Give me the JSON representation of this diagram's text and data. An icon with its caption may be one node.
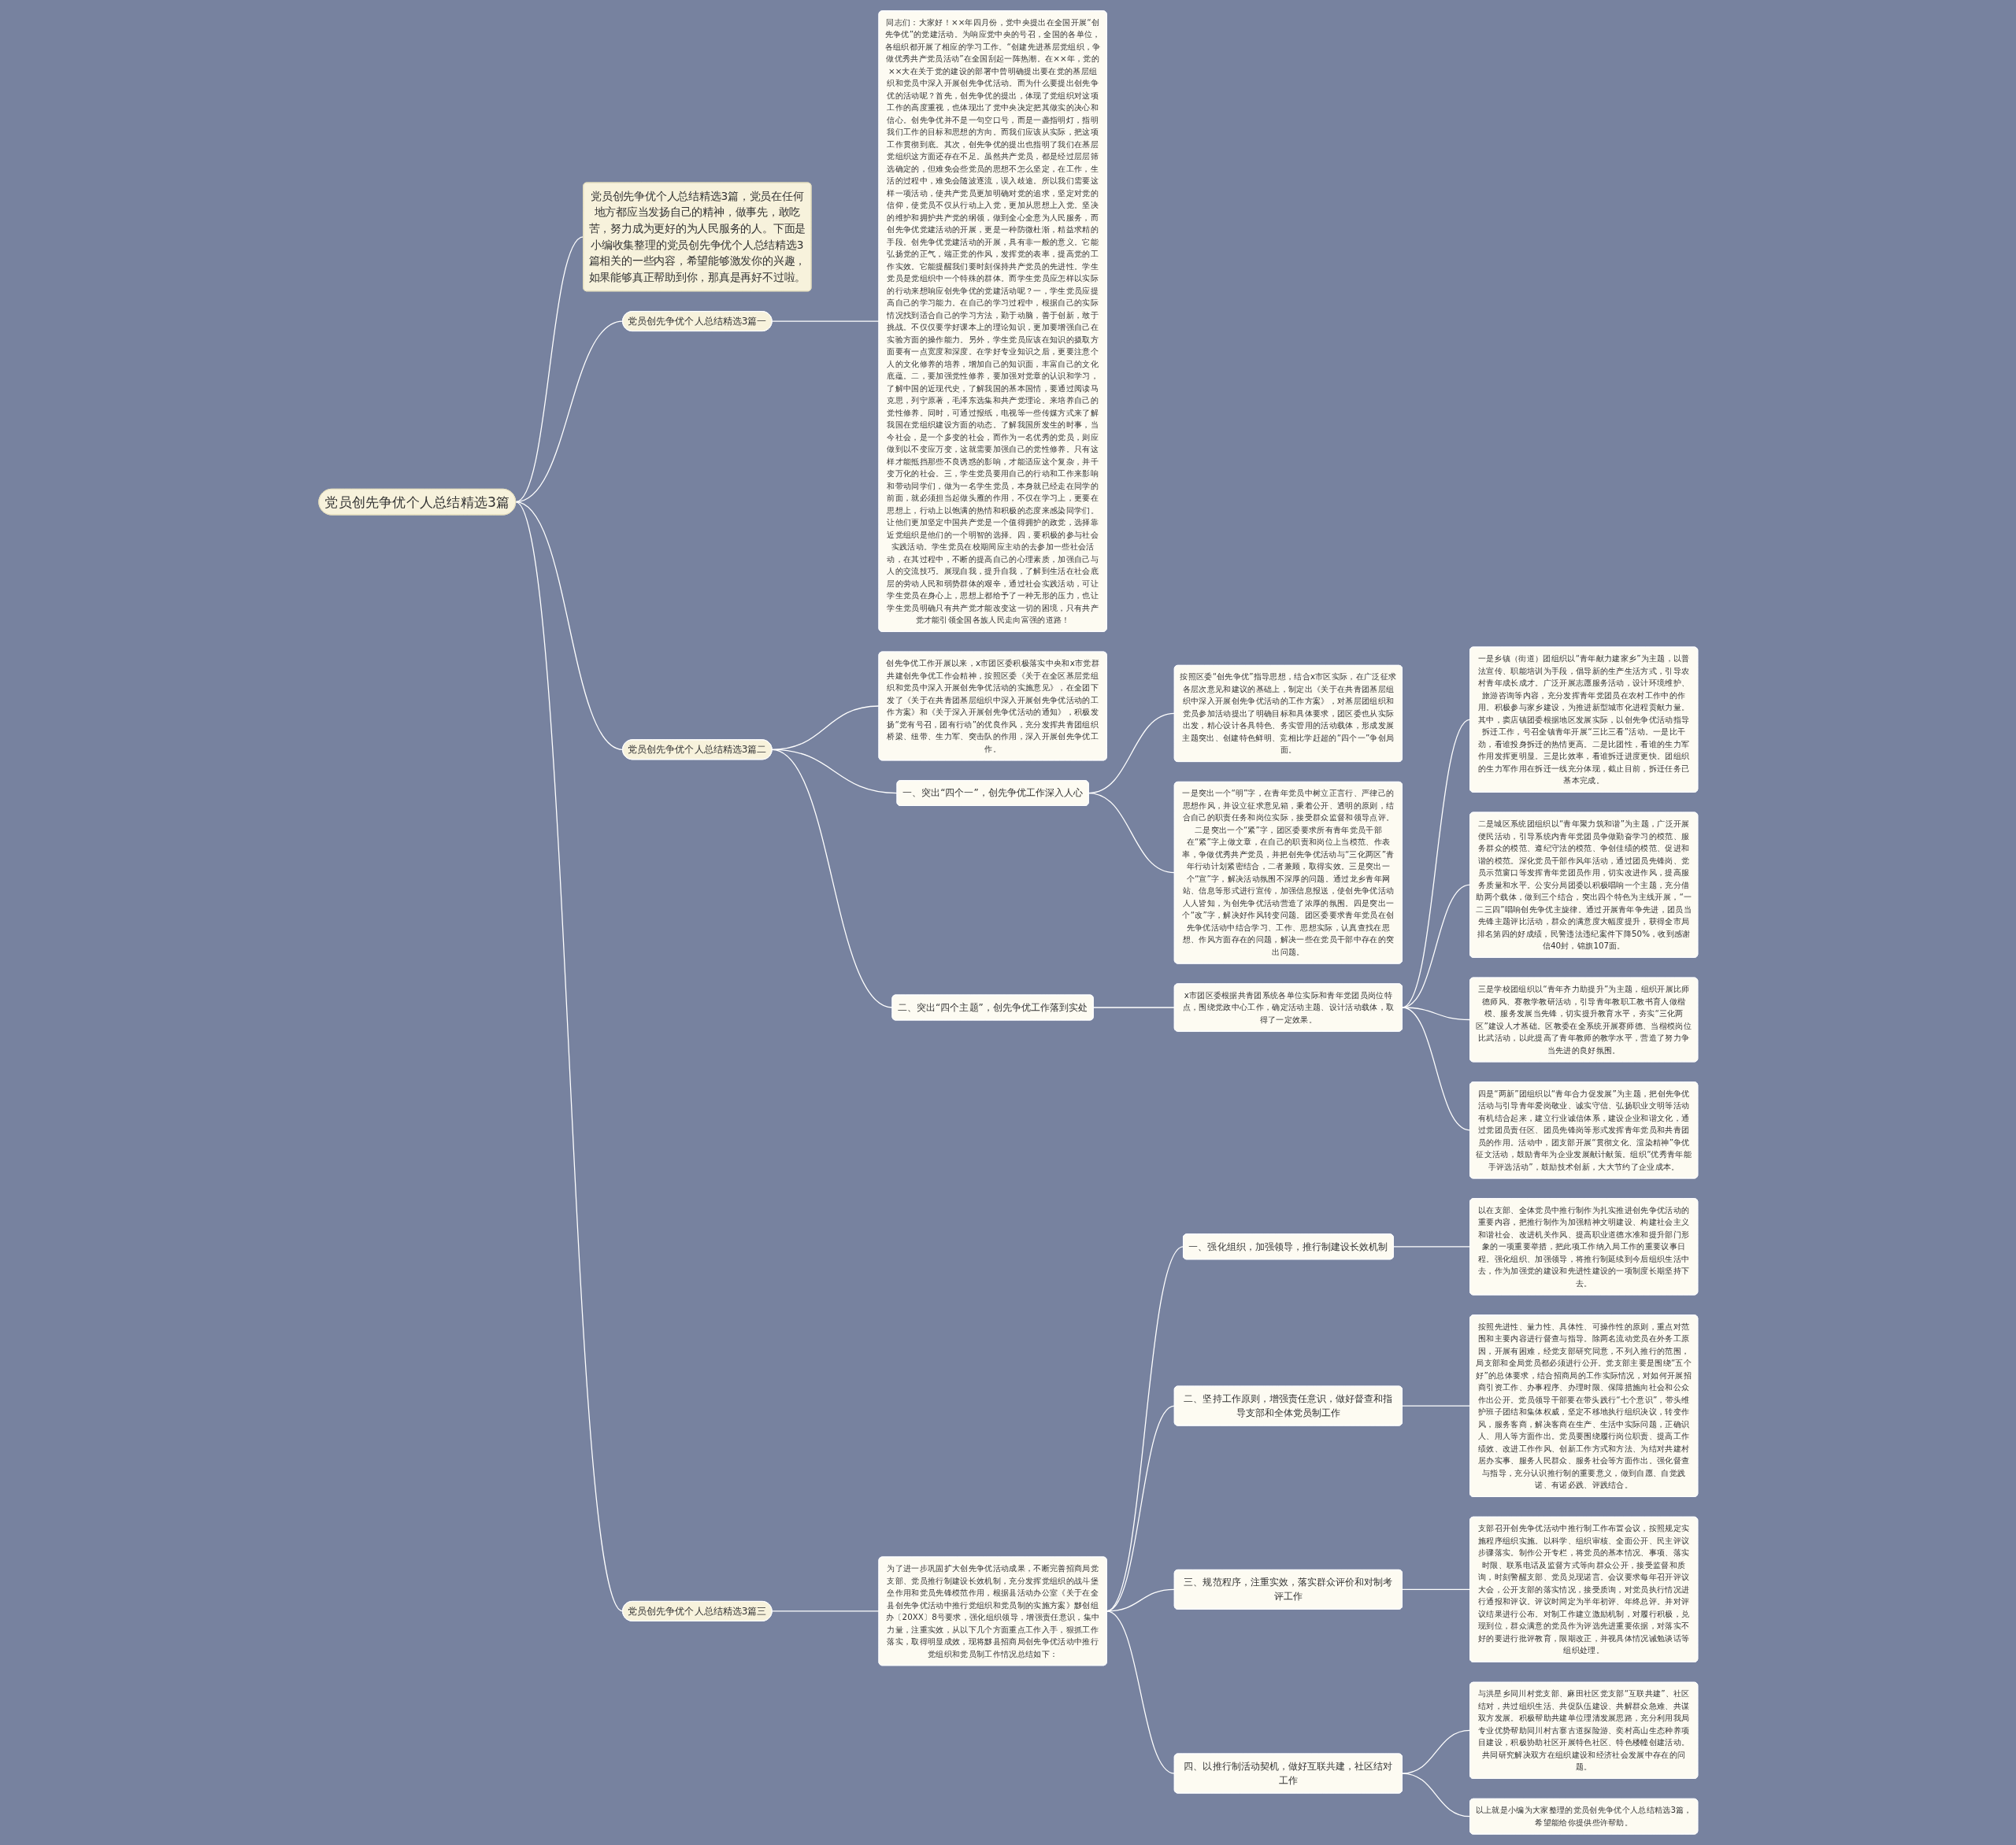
{
  "diagram": {
    "nodes": [
      {
        "text": [
          "党员创先争优个人总结精选3篇"
        ]
      },
      {
        "text": [
          "党员创先争优个人总结精选3篇，党员在任何地方都应当发扬自己的精神，做事先，敢吃苦，努力成为更好的为人民服务的人。下面是小编收集整理的党员创先争优个人总结精选3篇相关的一些内容，希望能够激发你的兴趣，如果能够真正帮助到你，那真是再好不过啦。"
        ]
      },
      {
        "text": [
          "党员创先争优个人总结精选3篇一"
        ]
      },
      {
        "text": [
          "同志们：大家好！××年四月份，党中央提出在全国开展“创先争优”的党建活动。为响应党中央的号召，全国的各单位，各组织都开展了相应的学习工作。“创建先进基层党组织，争做优秀共产党员活动”在全国刮起一阵热潮。在××年，党的××大在关于党的建设的部署中曾明确提出要在党的基层组织和党员中深入开展创先争优活动。而为什么要提出创先争优的活动呢？首先，创先争优的提出，体现了党组织对这项工作的高度重视，也体现出了党中央决定把其做实的决心和信心。创先争优并不是一句空口号，而是一盏指明灯，指明我们工作的目标和思想的方向。而我们应该从实际，把这项工作贯彻到底。其次，创先争优的提出也指明了我们在基层党组织这方面还存在不足。虽然共产党员，都是经过层层筛选确定的，但难免会些党员的思想不怎么坚定，在工作，生活的过程中，难免会随波逐流，误入歧途。所以我们需要这样一项活动，使共产党员更加明确对党的追求，坚定对党的信仰，使党员不仅从行动上入党，更加从思想上入党。坚决的维护和拥护共产党的纲领，做到全心全意为人民服务，而创先争优党建活动的开展，更是一种防微杜渐，精益求精的手段。创先争优党建活动的开展，具有非一般的意义。它能弘扬党的正气，端正党的作风，发挥党的表率，提高党的工作实效。它能提醒我们要时刻保持共产党员的先进性。学生党员是党组织中一个特殊的群体。而学生党员应怎样以实际的行动来想响应创先争优的党建活动呢？一，学生党员应提高自己的学习能力。在自己的学习过程中，根据自己的实际情况找到适合自己的学习方法，勤于动脑，善于创新，敢于挑战。不仅仅要学好课本上的理论知识，更加要增强自己在实验方面的操作能力。另外，学生党员应该在知识的摄取方面要有一点宽度和深度。在学好专业知识之后，更要注意个人的文化修养的培养，增加自己的知识面，丰富自己的文化底蕴。二，要加强党性修养，要加强对党章的认识和学习，了解中国的近现代史，了解我国的基本国情，要通过阅读马克思，列宁原著，毛泽东选集和共产党理论。来培养自己的党性修养。同时，可通过报纸，电视等一些传媒方式来了解我国在党组织建设方面的动态。了解我国所发生的时事，当今社会，是一个多变的社会，而作为一名优秀的党员，则应做到以不变应万变，这就需要加强自己的党性修养。只有这样才能抵挡那些不良诱惑的影响，才能适应这个复杂，并千变万化的社会。三，学生党员要用自己的行动和工作来影响和带动同学们，做为一名学生党员，本身就已经走在同学的前面，就必须担当起做头雁的作用，不仅在学习上，更要在思想上，行动上以饱满的热情和积极的态度来感染同学们。让他们更加坚定中国共产党是一个值得拥护的政党，选择靠近党组织是他们的一个明智的选择。四，要积极的参与社会实践活动。学生党员在校期间应主动的去参加一些社会活动，在其过程中，不断的提高自己的心理素质，加强自己与人的交流技巧。展现自我，提升自我，了解到生活在社会底层的劳动人民和弱势群体的艰辛，通过社会实践活动，可让学生党员在身心上，思想上都给予了一种无形的压力，也让学生党员明确只有共产党才能改变这一切的困境，只有共产党才能引领全国各族人民走向富强的道路！"
        ]
      },
      {
        "text": [
          "党员创先争优个人总结精选3篇二"
        ]
      },
      {
        "text": [
          "创先争优工作开展以来，x市团区委积极落实中央和x市党群共建创先争优工作会精神，按照区委《关于在全区基层党组织和党员中深入开展创先争优活动的实施意见》，在全团下发了《关于在共青团基层组织中深入开展创先争优活动的工作方案》和《关于深入开展创先争优活动的通知》，积极发扬“党有号召，团有行动”的优良作风，充分发挥共青团组织桥梁、纽带、生力军、突击队的作用，深入开展创先争优工作。"
        ]
      },
      {
        "text": [
          "一、突出“四个一”，创先争优工作深入人心"
        ]
      },
      {
        "text": [
          "按照区委“创先争优”指导思想，结合x市区实际，在广泛征求各层次意见和建议的基础上，制定出《关于在共青团基层组织中深入开展创先争优活动的工作方案》，对基层团组织和党员参加活动提出了明确目标和具体要求，团区委也从实际出发，精心设计各具特色、务实管用的活动载体，形成发展主题突出、创建特色鲜明、竞相比学赶超的“四个一”争创局面。"
        ]
      },
      {
        "text": [
          "一是突出一个“明”字，在青年党员中树立正言行、严律己的思想作风，并设立征求意见箱，秉着公开、透明的原则，结合自己的职责任务和岗位实际，接受群众监督和领导点评。二是突出一个“紧”字，团区委要求所有青年党员干部在“紧”字上做文章，在自己的职责和岗位上当模范、作表率，争做优秀共产党员，并把创先争优活动与“三化两区”青年行动计划紧密结合，二者兼顾，取得实效。三是突出一个“宣”字，解决活动氛围不深厚的问题。通过龙乡青年网站、信息等形式进行宣传，加强信息报送，使创先争优活动人人皆知，为创先争优活动营造了浓厚的氛围。四是突出一个“改”字，解决好作风转变问题。团区委要求青年党员在创先争优活动中结合学习、工作、思想实际，认真查找在思想、作风方面存在的问题，解决一些在党员干部中存在的突出问题。"
        ]
      },
      {
        "text": [
          "二、突出“四个主题”，创先争优工作落到实处"
        ]
      },
      {
        "text": [
          "x市团区委根据共青团系统各单位实际和青年党团员岗位特点，围绕党政中心工作，确定活动主题、设计活动载体，取得了一定效果。"
        ]
      },
      {
        "text": [
          "一是乡镇（街道）团组织以“青年献力建家乡”为主题，以普法宣传、职能培训为手段，倡导新的生产生活方式，引导农村青年成长成才。广泛开展志愿服务活动，设计环境维护、旅游咨询等内容，充分发挥青年党团员在农村工作中的作用。积极参与家乡建设，为推进新型城市化进程贡献力量。其中，窦店镇团委根据地区发展实际，以创先争优活动指导拆迁工作，号召全镇青年开展“三比三看”活动。一是比干劲，看谁投身拆迁的热情更高。二是比团性，看谁的生力军作用发挥更明显。三是比效率，看谁拆迁进度更快。团组织的生力军作用在拆迁一线充分体现，截止目前，拆迁任务已基本完成。"
        ]
      },
      {
        "text": [
          "二是城区系统团组织以“青年聚力筑和谐”为主题，广泛开展便民活动，引导系统内青年党团员争做勤奋学习的模范、服务群众的模范、遵纪守法的模范、争创佳绩的模范、促进和谐的模范。深化党员干部作风年活动，通过团员先锋岗、党员示范窗口等发挥青年党团员作用，切实改进作风，提高服务质量和水平。公安分局团委以积极唱响一个主题，充分借助两个载体，做到三个结合，突出四个特色为主线开展，“一二三四”唱响创先争优主旋律。通过开展青年争先进，团员当先锋主题评比活动，群众的满意度大幅度提升，获得全市局排名第四的好成绩，民警违法违纪案件下降50%，收到感谢信40封，锦旗107面。"
        ]
      },
      {
        "text": [
          "三是学校团组织以“青年齐力助提升”为主题，组织开展比师德师风、赛教学教研活动，引导青年教职工教书育人做楷模、服务发展当先锋，切实提升教育水平，夯实“三化两区”建设人才基础。区教委在全系统开展赛师德、当楷模岗位比武活动，以此提高了青年教师的教学水平，营造了努力争当先进的良好氛围。"
        ]
      },
      {
        "text": [
          "四是“两新”团组织以“青年合力促发展”为主题，把创先争优活动与引导青年爱岗敬业、诚实守信、弘扬职业文明等活动有机结合起来，建立行业诚信体系，建设企业和谐文化，通过党团员责任区、团员先锋岗等形式发挥青年党员和共青团员的作用。活动中，团支部开展“贯彻文化、渲染精神”争优征文活动，鼓励青年为企业发展献计献策。组织“优秀青年能手评选活动”，鼓励技术创新，大大节约了企业成本。"
        ]
      },
      {
        "text": [
          "党员创先争优个人总结精选3篇三"
        ]
      },
      {
        "text": [
          "为了进一步巩固扩大创先争优活动成果，不断完善招商局党支部、党员推行制建设长效机制，充分发挥党组织的战斗堡垒作用和党员先锋模范作用，根据县活动办公室《关于在全县创先争优活动中推行党组织和党员制的实施方案》黟创组办〔20XX〕8号要求，强化组织领导，增强责任意识，集中力量，注重实效，从以下几个方面重点工作入手，狠抓工作落实，取得明显成效，现将黟县招商局创先争优活动中推行党组织和党员制工作情况总结如下："
        ]
      },
      {
        "text": [
          "一、强化组织，加强领导，推行制建设长效机制"
        ]
      },
      {
        "text": [
          "以在支部、全体党员中推行制作为扎实推进创先争优活动的重要内容，把推行制作为加强精神文明建设、构建社会主义和谐社会、改进机关作风、提高职业道德水准和提升部门形象的一项重要举措，把此项工作纳入局工作的重要议事日程。强化组织、加强领导，将推行制延续到今后组织生活中去，作为加强党的建设和先进性建设的一项制度长期坚持下去。"
        ]
      },
      {
        "text": [
          "二、坚持工作原则，增强责任意识，做好督查和指导支部和全体党员制工作"
        ]
      },
      {
        "text": [
          "按照先进性、量力性、具体性、可操作性的原则，重点对范围和主要内容进行督查与指导。除两名流动党员在外务工原因，开展有困难，经党支部研究同意，不列入推行的范围，局支部和全局党员都必须进行公开。党支部主要是围绕“五个好”的总体要求，结合招商局的工作实际情况，对如何开展招商引资工作、办事程序、办理时限、保障措施向社会和公众作出公开。党员领导干部要在带头践行“七个意识”，带头维护班子团结和集体权威，坚定不移地执行组织决议，转变作风，服务客商，解决客商在生产、生活中实际问题，正确识人、用人等方面作出。党员要围绕履行岗位职责、提高工作绩效、改进工作作风、创新工作方式和方法、为结对共建村居办实事、服务人民群众、服务社会等方面作出。强化督查与指导，充分认识推行制的重要意义，做到自愿、自觉践诺、有诺必践、评践结合。"
        ]
      },
      {
        "text": [
          "三、规范程序，注重实效，落实群众评价和对制考评工作"
        ]
      },
      {
        "text": [
          "支部召开创先争优活动中推行制工作布置会议，按照规定实施程序组织实施。以科学、组织审核、全面公开、民主评议步骤落实。制作公开专栏，将党员的基本情况、事项、落实时限、联系电话及监督方式等向群众公开，接受监督和质询，时刻警醒支部、党员兑现诺言。会议要求每年召开评议大会，公开支部的落实情况，接受质询，对党员执行情况进行通报和评议。评议时间定为半年初评、年终总评。并对评议结果进行公布。对制工作建立激励机制，对履行积极，兑现到位，群众满意的党员作为评选先进重要依据，对落实不好的要进行批评教育，限期改正，并视具体情况诫勉谈话等组织处理。"
        ]
      },
      {
        "text": [
          "四、以推行制活动契机，做好互联共建，社区结对工作"
        ]
      },
      {
        "text": [
          "与洪星乡同川村党支部、麻田社区党支部“互联共建”、社区结对，共过组织生活、共促队伍建设、共解群众急难、共谋双方发展。积极帮助共建单位理清发展思路，充分利用我局专业优势帮助同川村古寨古道探险游、奕村高山生态种养项目建设，积极协助社区开展特色社区、特色楼幢创建活动。共同研究解决双方在组织建设和经济社会发展中存在的问题。"
        ]
      },
      {
        "text": [
          "以上就是小编为大家整理的党员创先争优个人总结精选3篇，希望能给你提供些许帮助。"
        ]
      }
    ],
    "edges": [
      {
        "from": 0,
        "to": 1,
        "arrow": "none"
      },
      {
        "from": 0,
        "to": 2,
        "arrow": "none"
      },
      {
        "from": 2,
        "to": 3,
        "arrow": "none"
      },
      {
        "from": 0,
        "to": 4,
        "arrow": "none"
      },
      {
        "from": 4,
        "to": 5,
        "arrow": "none"
      },
      {
        "from": 4,
        "to": 6,
        "arrow": "none"
      },
      {
        "from": 6,
        "to": 7,
        "arrow": "none"
      },
      {
        "from": 6,
        "to": 8,
        "arrow": "none"
      },
      {
        "from": 4,
        "to": 9,
        "arrow": "none"
      },
      {
        "from": 9,
        "to": 10,
        "arrow": "none"
      },
      {
        "from": 10,
        "to": 11,
        "arrow": "none"
      },
      {
        "from": 10,
        "to": 12,
        "arrow": "none"
      },
      {
        "from": 10,
        "to": 13,
        "arrow": "none"
      },
      {
        "from": 10,
        "to": 14,
        "arrow": "none"
      },
      {
        "from": 0,
        "to": 15,
        "arrow": "none"
      },
      {
        "from": 15,
        "to": 16,
        "arrow": "none"
      },
      {
        "from": 16,
        "to": 17,
        "arrow": "none"
      },
      {
        "from": 17,
        "to": 18,
        "arrow": "none"
      },
      {
        "from": 16,
        "to": 19,
        "arrow": "none"
      },
      {
        "from": 19,
        "to": 20,
        "arrow": "none"
      },
      {
        "from": 16,
        "to": 21,
        "arrow": "none"
      },
      {
        "from": 21,
        "to": 22,
        "arrow": "none"
      },
      {
        "from": 16,
        "to": 23,
        "arrow": "none"
      },
      {
        "from": 23,
        "to": 24,
        "arrow": "none"
      },
      {
        "from": 23,
        "to": 25,
        "arrow": "none"
      }
    ]
  }
}
